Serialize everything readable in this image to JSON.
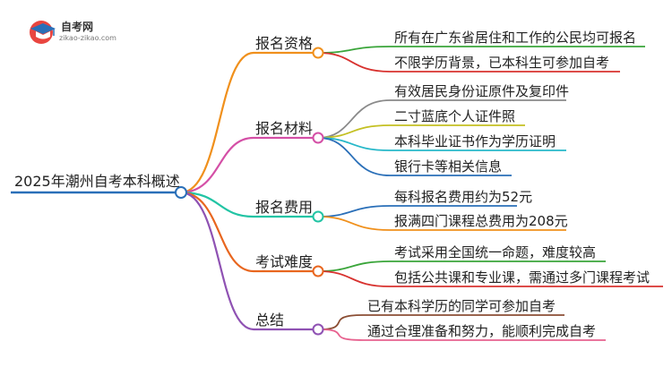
{
  "logo": {
    "name": "自考网",
    "url": "zikao-zikao.com"
  },
  "root": {
    "label": "2025年潮州自考本科概述"
  },
  "branches": [
    {
      "label": "报名资格",
      "color": "#f0901c",
      "children": [
        {
          "label": "所有在广东省居住和工作的公民均可报名",
          "color": "#3aa53a"
        },
        {
          "label": "不限学历背景，已本科生可参加自考",
          "color": "#d8322f"
        }
      ]
    },
    {
      "label": "报名材料",
      "color": "#d44fa6",
      "children": [
        {
          "label": "有效居民身份证原件及复印件",
          "color": "#8a8a8a"
        },
        {
          "label": "二寸蓝底个人证件照",
          "color": "#c4c023"
        },
        {
          "label": "本科毕业证书作为学历证明",
          "color": "#27b8c9"
        },
        {
          "label": "银行卡等相关信息",
          "color": "#2a6fb8"
        }
      ]
    },
    {
      "label": "报名费用",
      "color": "#22c4a4",
      "children": [
        {
          "label": "每科报名费用约为52元",
          "color": "#2a6fb8"
        },
        {
          "label": "报满四门课程总费用为208元",
          "color": "#f0901c"
        }
      ]
    },
    {
      "label": "考试难度",
      "color": "#e8661f",
      "children": [
        {
          "label": "考试采用全国统一命题，难度较高",
          "color": "#3aa53a"
        },
        {
          "label": "包括公共课和专业课，需通过多门课程考试",
          "color": "#d8322f"
        }
      ]
    },
    {
      "label": "总结",
      "color": "#8f52b3",
      "children": [
        {
          "label": "已有本科学历的同学可参加自考",
          "color": "#8b4e34"
        },
        {
          "label": "通过合理准备和努力，能顺利完成自考",
          "color": "#e7628f"
        }
      ]
    }
  ],
  "style": {
    "root_color": "#2a6fb8"
  }
}
